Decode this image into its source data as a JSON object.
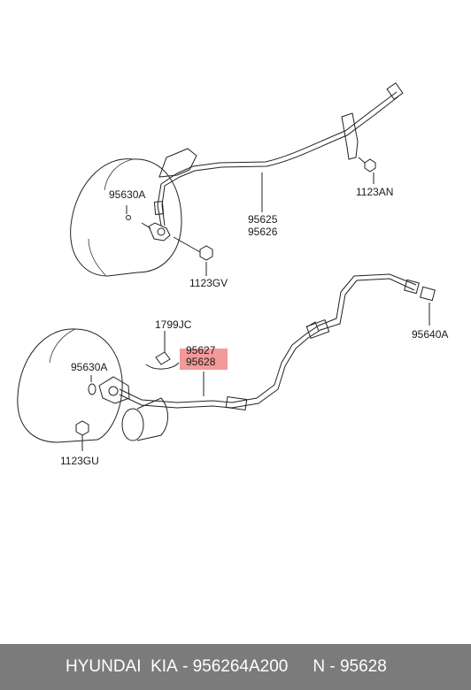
{
  "diagram": {
    "labels": {
      "p95630A_top": "95630A",
      "p95625": "95625",
      "p95626": "95626",
      "p1123AN": "1123AN",
      "p1123GV": "1123GV",
      "p1799JC": "1799JC",
      "p95627": "95627",
      "p95628": "95628",
      "p95640A": "95640A",
      "p95630A_bottom": "95630A",
      "p1123GU": "1123GU"
    },
    "highlight_color": "#f07f7f"
  },
  "footer": {
    "brand": "HYUNDAI  KIA",
    "separator": " - ",
    "part_number": "956264A200",
    "ref": "N - 95628"
  }
}
